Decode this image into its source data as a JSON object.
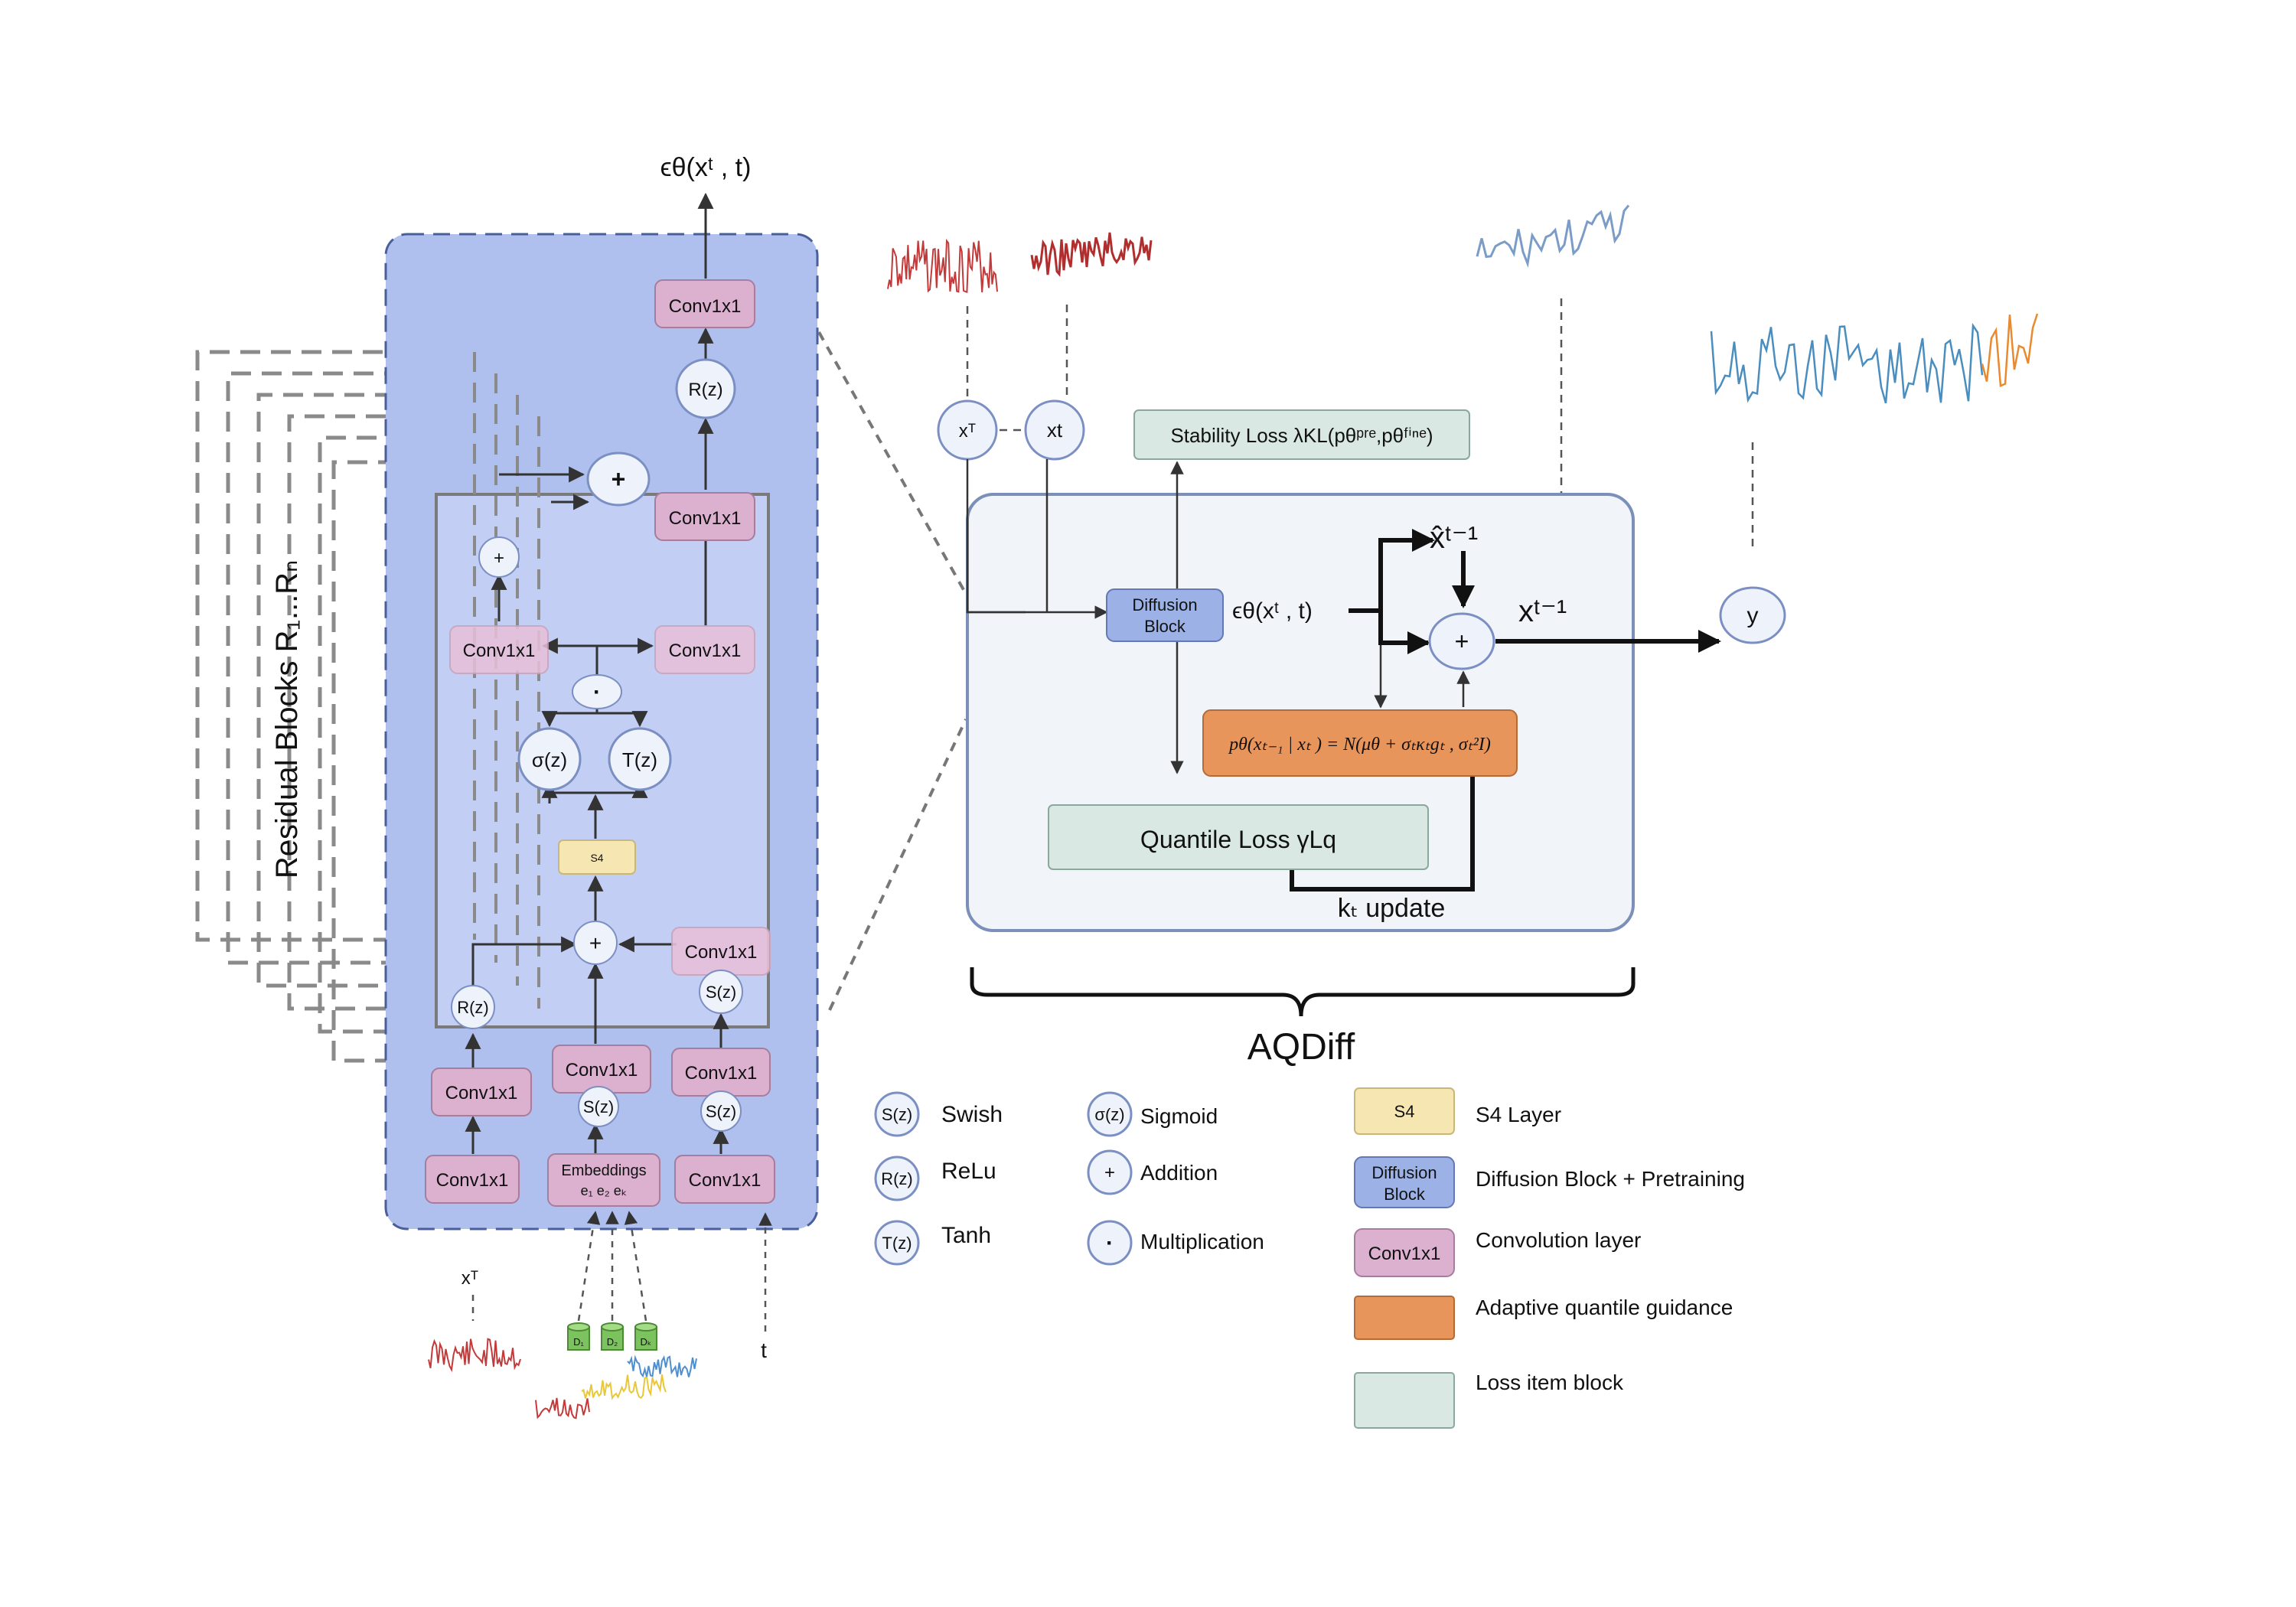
{
  "left": {
    "output_label": "ϵθ(xᵗ , t)",
    "top_conv": "Conv1x1",
    "relu_label": "R(z)",
    "plus_label": "+",
    "upper_conv": "Conv1x1",
    "small_plus": "+",
    "conv_left": "Conv1x1",
    "conv_right": "Conv1x1",
    "dot_label": "·",
    "sigma_label": "σ(z)",
    "tanh_label": "T(z)",
    "s4_label": "S4",
    "mid_plus": "+",
    "conv_mid_right": "Conv1x1",
    "swish_mid_right": "S(z)",
    "relu_low_label": "R(z)",
    "conv_bot_left1": "Conv1x1",
    "conv_bot_left2": "Conv1x1",
    "conv_bot_mid": "Conv1x1",
    "swish_bot_mid": "S(z)",
    "embeddings_line1": "Embeddings",
    "embeddings_line2": "e₁ e₂ eₖ",
    "conv_bot_right1": "Conv1x1",
    "swish_bot_right": "S(z)",
    "conv_bot_right2": "Conv1x1",
    "residual_label": "Residual Blocks R₁...Rₙ",
    "xT_label": "xᵀ",
    "t_label": "t",
    "db_labels": [
      "D₁",
      "D₂",
      "Dₖ"
    ]
  },
  "right": {
    "xT_label": "xᵀ",
    "xt_label": "xt",
    "stability_loss": "Stability Loss λKL(pθᵖʳᵉ,pθᶠⁱⁿᵉ)",
    "diffusion_block_line1": "Diffusion",
    "diffusion_block_line2": "Block",
    "eps_label": "ϵθ(xᵗ , t)",
    "xhat_label": "x̂ᵗ⁻¹",
    "plus_label": "+",
    "xt1_label": "xᵗ⁻¹",
    "y_label": "y",
    "formula": "pθ(xₜ₋₁ | xₜ ) = N(μθ + σₜκₜgₜ , σₜ²I)",
    "quantile_loss": "Quantile Loss γLq",
    "kt_update": "kₜ update",
    "aqdiff_label": "AQDiff"
  },
  "legend": {
    "swish_sym": "S(z)",
    "swish": "Swish",
    "relu_sym": "R(z)",
    "relu": "ReLu",
    "tanh_sym": "T(z)",
    "tanh": "Tanh",
    "sigmoid_sym": "σ(z)",
    "sigmoid": "Sigmoid",
    "addition_sym": "+",
    "addition": "Addition",
    "mult_sym": "·",
    "multiplication": "Multiplication",
    "s4_sym": "S4",
    "s4": "S4 Layer",
    "diff_sym_line1": "Diffusion",
    "diff_sym_line2": "Block",
    "diff": "Diffusion Block + Pretraining",
    "conv_sym": "Conv1x1",
    "conv": "Convolution layer",
    "adaptive": "Adaptive quantile guidance",
    "loss": "Loss item block"
  },
  "colors": {
    "outer_block": "#b0c0ee",
    "inner_block": "#c2cef3",
    "conv": "#dcb0cf",
    "s4": "#f6e7b2",
    "diffusion": "#9cb2e6",
    "orange": "#e8955c",
    "loss": "#d9e8e2",
    "aqdiff_bg": "#f1f4f9",
    "red_series": "#c23a3a",
    "blue_series": "#6c92c0",
    "yellow_series": "#e8c73a",
    "orange_series": "#e98a2f"
  }
}
